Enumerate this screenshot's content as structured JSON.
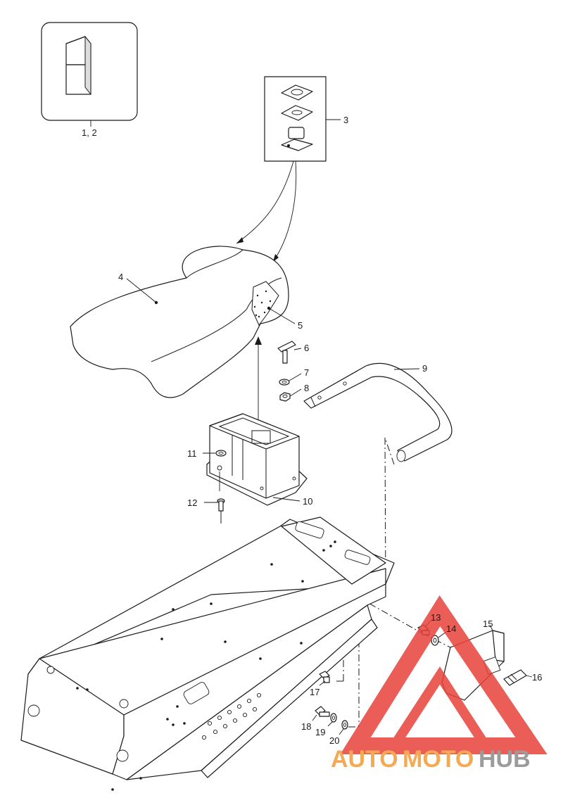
{
  "callouts": {
    "c12": "1, 2",
    "c3": "3",
    "c4": "4",
    "c5": "5",
    "c6": "6",
    "c7": "7",
    "c8": "8",
    "c9": "9",
    "c10": "10",
    "c11": "11",
    "c12b": "12",
    "c13": "13",
    "c14": "14",
    "c15": "15",
    "c16": "16",
    "c17": "17",
    "c18": "18",
    "c19": "19",
    "c20": "20"
  },
  "watermark": {
    "part1": "AUTO",
    "part2": "MOTO",
    "part3": "HUB",
    "color_orange": "#f39c34",
    "color_grey": "#8a8a8a",
    "color_red": "#e8423a"
  }
}
